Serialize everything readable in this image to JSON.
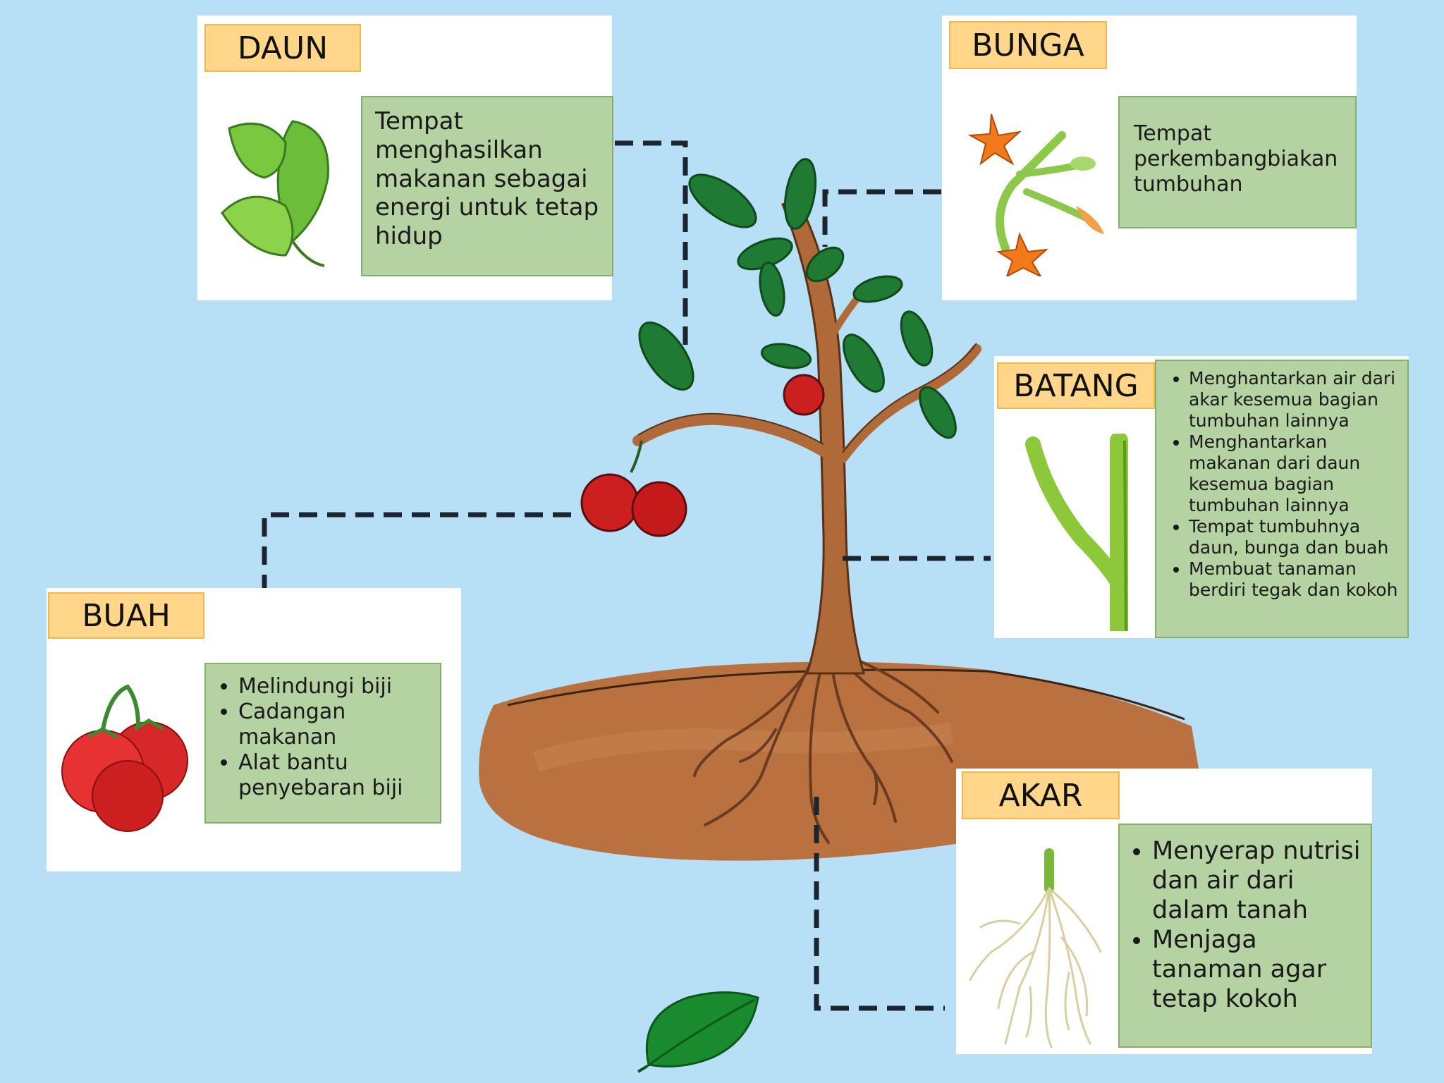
{
  "parts": {
    "daun": {
      "title": "DAUN",
      "desc": "Tempat menghasilkan makanan sebagai energi untuk tetap hidup"
    },
    "bunga": {
      "title": "BUNGA",
      "desc": "Tempat perkembangbiakan tumbuhan"
    },
    "batang": {
      "title": "BATANG",
      "points": [
        "Menghantarkan air dari akar kesemua bagian tumbuhan lainnya",
        "Menghantarkan makanan dari daun kesemua bagian tumbuhan lainnya",
        "Tempat tumbuhnya daun, bunga dan buah",
        "Membuat tanaman berdiri tegak dan kokoh"
      ]
    },
    "buah": {
      "title": "BUAH",
      "points": [
        "Melindungi biji",
        "Cadangan makanan",
        "Alat bantu penyebaran biji"
      ]
    },
    "akar": {
      "title": "AKAR",
      "points": [
        "Menyerap nutrisi dan air dari dalam tanah",
        "Menjaga tanaman agar tetap kokoh"
      ]
    }
  },
  "colors": {
    "background": "#b7dff5",
    "title_fill": "#ffd68a",
    "desc_fill": "#b5d3a2",
    "soil": "#b8713f",
    "stem": "#b06a3a",
    "leaf": "#1f7a33",
    "fruit": "#cc1f1f",
    "connector": "#1c2430"
  },
  "icons": [
    "tomato-plant-illustration",
    "leaf-icon",
    "flower-icon",
    "stem-icon",
    "tomato-icon",
    "root-icon",
    "leaf-logo-icon"
  ]
}
